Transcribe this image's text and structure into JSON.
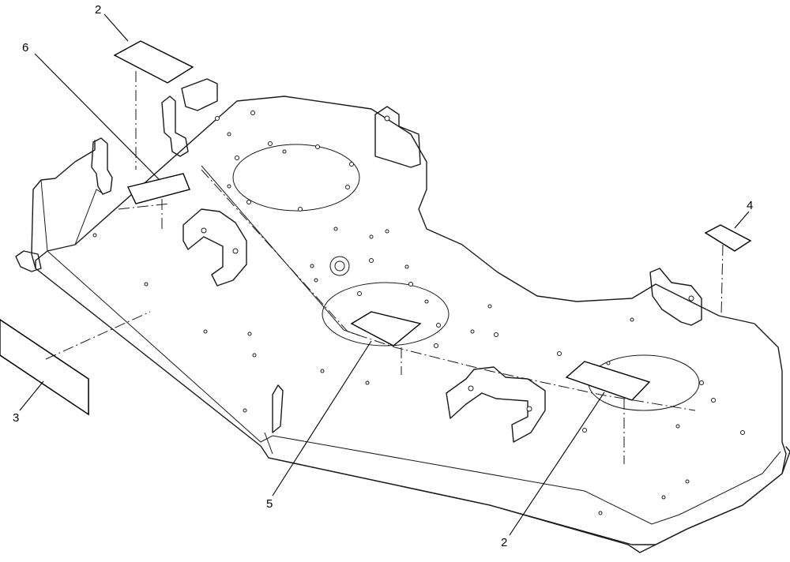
{
  "callouts": [
    {
      "id": "2-top",
      "label": "2"
    },
    {
      "id": "6",
      "label": "6"
    },
    {
      "id": "4",
      "label": "4"
    },
    {
      "id": "3",
      "label": "3"
    },
    {
      "id": "5",
      "label": "5"
    },
    {
      "id": "2-bottom",
      "label": "2"
    }
  ]
}
